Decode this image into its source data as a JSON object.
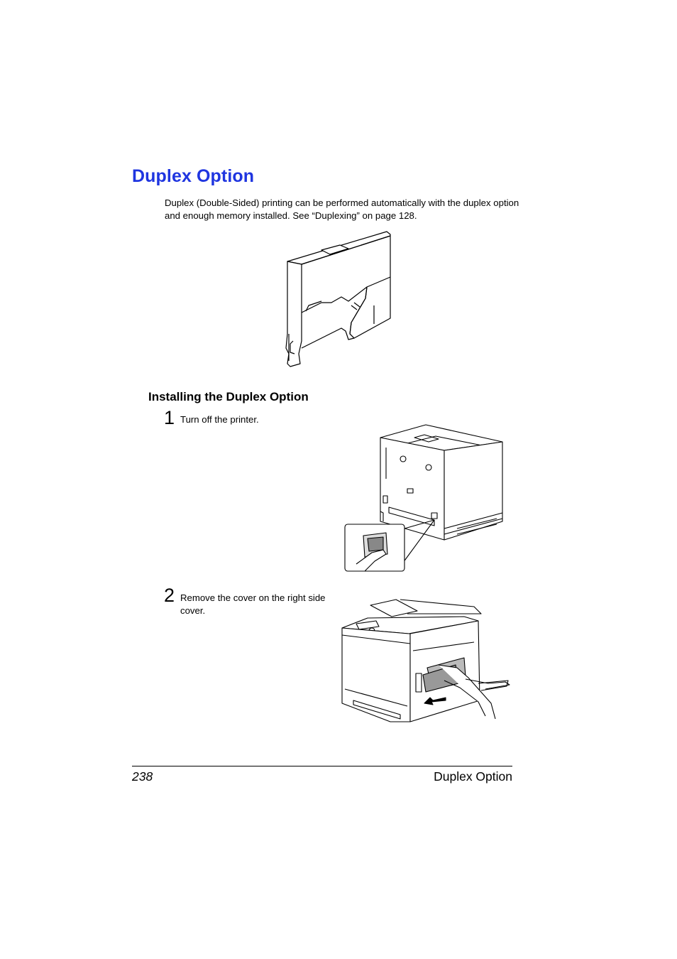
{
  "heading": "Duplex Option",
  "intro": "Duplex (Double-Sided) printing can be performed automatically with the duplex option and enough memory installed. See “Duplexing” on page 128.",
  "subheading": "Installing the Duplex Option",
  "steps": [
    {
      "number": "1",
      "text": "Turn off the printer."
    },
    {
      "number": "2",
      "text": "Remove the cover on the right side cover."
    }
  ],
  "footer": {
    "page_number": "238",
    "section_title": "Duplex Option"
  }
}
